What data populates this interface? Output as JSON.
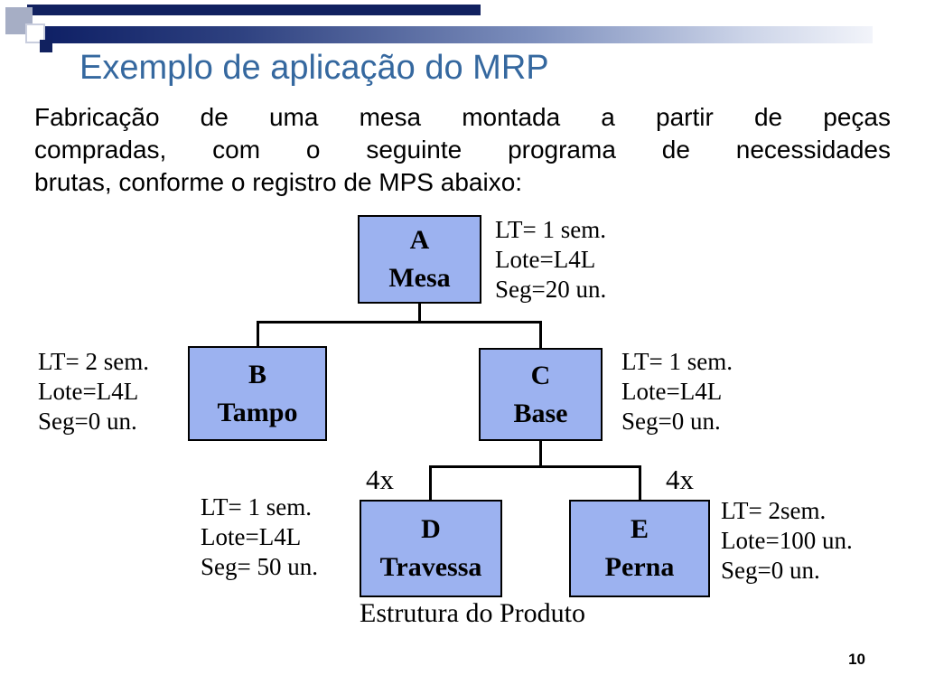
{
  "slide": {
    "title": "Exemplo de aplicação do MRP",
    "paragraph_lines": [
      "Fabricação de uma mesa montada a partir de peças",
      "compradas, com o seguinte programa de necessidades",
      "brutas, conforme o registro de MPS abaixo:"
    ],
    "caption": "Estrutura do Produto",
    "page_number": "10"
  },
  "diagram": {
    "nodes": [
      {
        "id": "A",
        "letter": "A",
        "name": "Mesa",
        "lt": "LT= 1 sem.",
        "lote": "Lote=L4L",
        "seg": "Seg=20 un."
      },
      {
        "id": "B",
        "letter": "B",
        "name": "Tampo",
        "lt": "LT= 2 sem.",
        "lote": "Lote=L4L",
        "seg": "Seg=0 un."
      },
      {
        "id": "C",
        "letter": "C",
        "name": "Base",
        "lt": "LT= 1 sem.",
        "lote": "Lote=L4L",
        "seg": "Seg=0 un."
      },
      {
        "id": "D",
        "letter": "D",
        "name": "Travessa",
        "lt": "LT= 1 sem.",
        "lote": "Lote=L4L",
        "seg": "Seg= 50 un."
      },
      {
        "id": "E",
        "letter": "E",
        "name": "Perna",
        "lt": "LT= 2sem.",
        "lote": "Lote=100 un.",
        "seg": "Seg=0 un."
      }
    ],
    "multipliers": {
      "d": "4x",
      "e": "4x"
    }
  },
  "colors": {
    "title_blue": "#35689F",
    "box_fill": "#9CB2F0",
    "box_border": "#000000",
    "bar_navy": "#11215F"
  }
}
